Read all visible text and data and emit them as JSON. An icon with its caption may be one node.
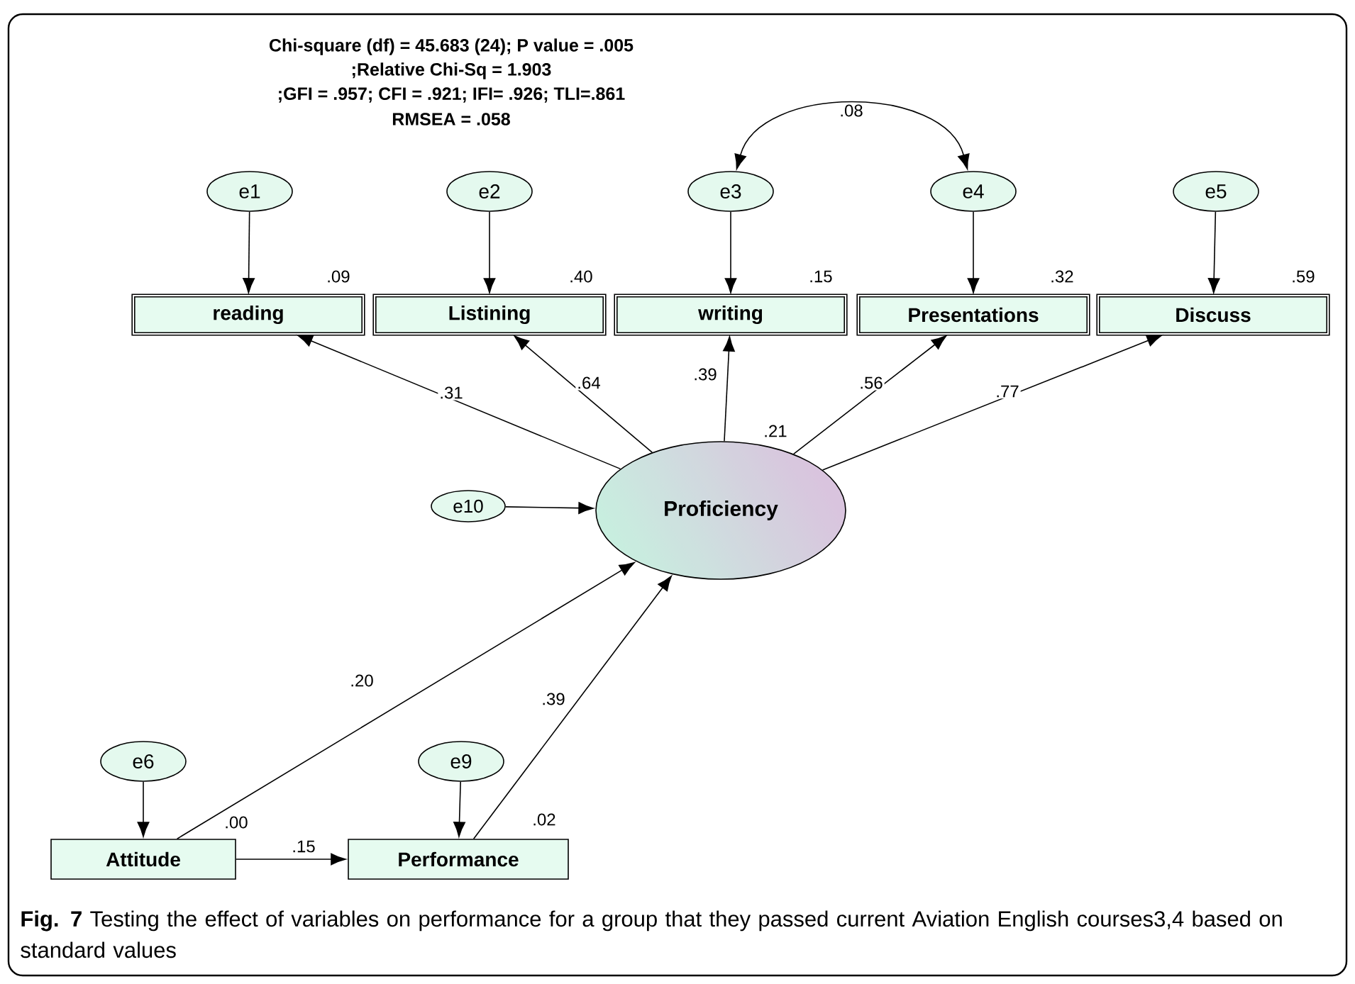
{
  "diagram": {
    "caption": "**Fig. 7** Testing the effect of variables on performance for a group that they passed current Aviation English courses3,4 based on standard values",
    "nodes": [
      {
        "text": [
          "e1"
        ]
      },
      {
        "text": [
          "e2"
        ]
      },
      {
        "text": [
          "e3"
        ]
      },
      {
        "text": [
          "e4"
        ]
      },
      {
        "text": [
          "e5"
        ]
      },
      {
        "text": [
          "reading"
        ],
        "beside": [
          ".09"
        ]
      },
      {
        "text": [
          "Listining"
        ],
        "beside": [
          ".40"
        ]
      },
      {
        "text": [
          "writing"
        ],
        "beside": [
          ".15"
        ]
      },
      {
        "text": [
          "Presentations"
        ],
        "beside": [
          ".32"
        ]
      },
      {
        "text": [
          "Discuss"
        ],
        "beside": [
          ".59"
        ]
      },
      {
        "text": [
          "Proficiency"
        ],
        "beside": [
          ".21"
        ]
      },
      {
        "text": [
          "e10"
        ]
      },
      {
        "text": [
          "e6"
        ]
      },
      {
        "text": [
          "e9"
        ]
      },
      {
        "text": [
          "Attitude"
        ],
        "beside": [
          ".00"
        ]
      },
      {
        "text": [
          "Performance"
        ],
        "beside": [
          ".02"
        ]
      }
    ],
    "edges": [
      {
        "from": 0,
        "to": 5,
        "arrow": "to"
      },
      {
        "from": 1,
        "to": 6,
        "arrow": "to"
      },
      {
        "from": 2,
        "to": 7,
        "arrow": "to"
      },
      {
        "from": 3,
        "to": 8,
        "arrow": "to"
      },
      {
        "from": 4,
        "to": 9,
        "arrow": "to"
      },
      {
        "from": 2,
        "to": 3,
        "arrow": "both",
        "label": ".08"
      },
      {
        "from": 10,
        "to": 5,
        "arrow": "to",
        "label": ".31"
      },
      {
        "from": 10,
        "to": 6,
        "arrow": "to",
        "label": ".64"
      },
      {
        "from": 10,
        "to": 7,
        "arrow": "to",
        "label": ".39"
      },
      {
        "from": 10,
        "to": 8,
        "arrow": "to",
        "label": ".56"
      },
      {
        "from": 10,
        "to": 9,
        "arrow": "to",
        "label": ".77"
      },
      {
        "from": 11,
        "to": 10,
        "arrow": "to"
      },
      {
        "from": 14,
        "to": 10,
        "arrow": "to",
        "label": ".20"
      },
      {
        "from": 15,
        "to": 10,
        "arrow": "to",
        "label": ".39"
      },
      {
        "from": 12,
        "to": 14,
        "arrow": "to"
      },
      {
        "from": 13,
        "to": 15,
        "arrow": "to"
      },
      {
        "from": 14,
        "to": 15,
        "arrow": "to",
        "label": ".15"
      }
    ],
    "labels": [
      "Chi-square (df) = 45.683 (24);  P value = .005",
      ";Relative Chi-Sq = 1.903",
      ";GFI = .957; CFI = .921; IFI= .926; TLI=.861",
      "RMSEA = .058"
    ]
  }
}
